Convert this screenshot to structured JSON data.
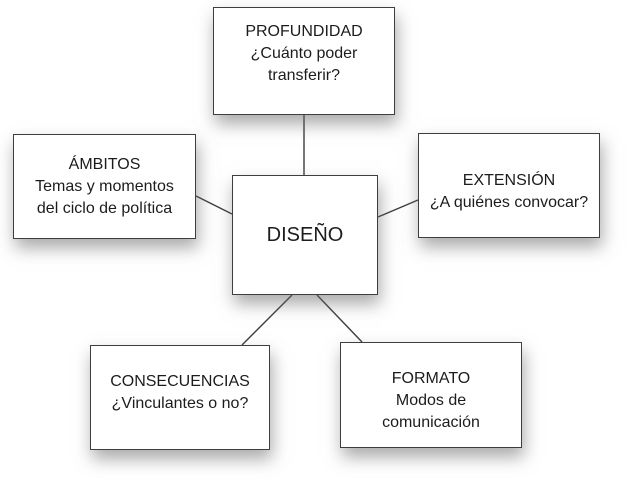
{
  "colors": {
    "background": "#ffffff",
    "box_fill": "#ffffff",
    "box_border": "#3e3e3e",
    "text": "#1c1c1c",
    "connector": "#3e3e3e"
  },
  "diagram": {
    "center": {
      "title": "DISEÑO"
    },
    "top": {
      "title": "PROFUNDIDAD",
      "line1": "¿Cuánto poder",
      "line2": "transferir?"
    },
    "left": {
      "title": "ÁMBITOS",
      "line1": "Temas y momentos",
      "line2": "del ciclo de política"
    },
    "right": {
      "title": "EXTENSIÓN",
      "line1": "¿A quiénes convocar?"
    },
    "bottom_left": {
      "title": "CONSECUENCIAS",
      "line1": "¿Vinculantes o no?"
    },
    "bottom_right": {
      "title": "FORMATO",
      "line1": "Modos de",
      "line2": "comunicación"
    }
  }
}
